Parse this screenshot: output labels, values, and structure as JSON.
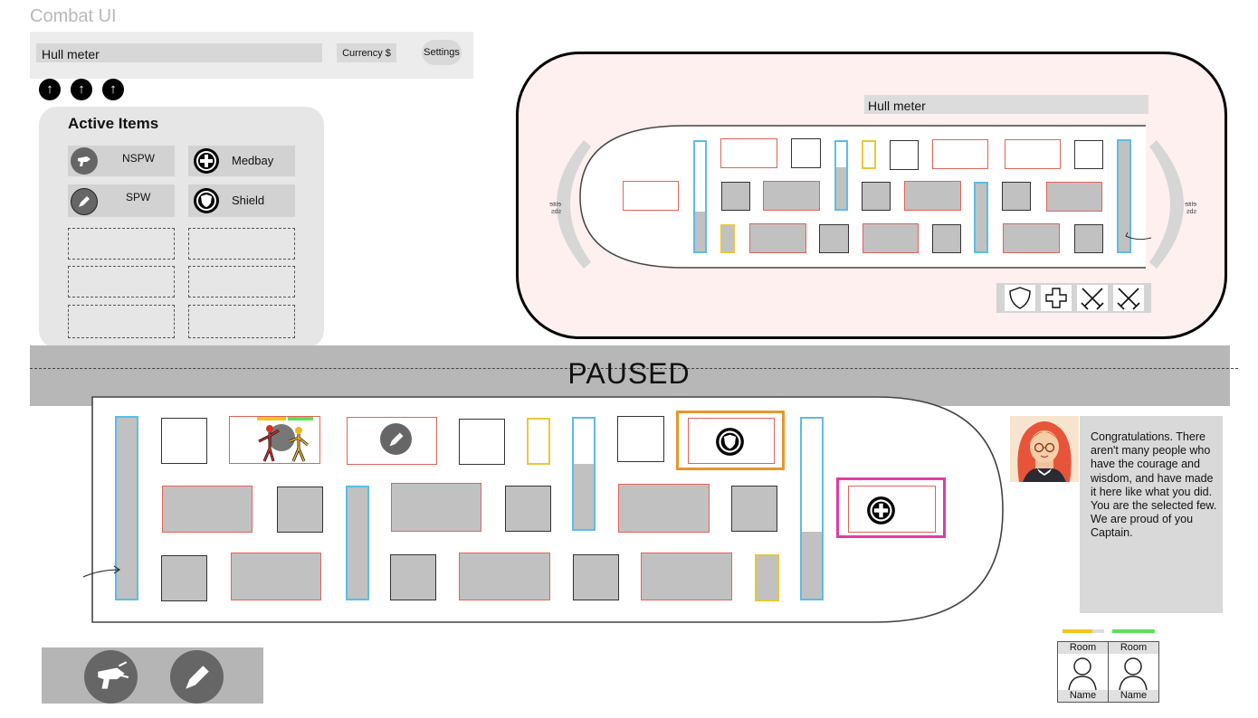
{
  "app": {
    "title": "Combat UI"
  },
  "topbar": {
    "hull_label": "Hull meter",
    "currency_label": "Currency $",
    "settings_label": "Settings"
  },
  "upgrades": {
    "arrow": "↑"
  },
  "items": {
    "title": "Active Items",
    "list": [
      {
        "label": "NSPW",
        "icon": "raygun-icon"
      },
      {
        "label": "Medbay",
        "icon": "medbay-plus-icon"
      },
      {
        "label": "SPW",
        "icon": "rocket-icon"
      },
      {
        "label": "Shield",
        "icon": "shield-icon"
      }
    ]
  },
  "enemy": {
    "hull_label": "Hull meter",
    "shield_side_text": "elite sbs",
    "systems": [
      "shield-icon",
      "medbay-cross-icon",
      "swords-icon",
      "swords-icon"
    ]
  },
  "status": {
    "paused": "PAUSED"
  },
  "dialog": {
    "text": "Congratulations. There aren't many people who have the courage and wisdom, and have made it here like what you did. You are the selected few. We are proud of you Captain."
  },
  "crew": [
    {
      "room": "Room",
      "name": "Name",
      "health_color": "#f5c518",
      "health": 0.7
    },
    {
      "room": "Room",
      "name": "Name",
      "health_color": "#5de05a",
      "health": 1.0
    }
  ],
  "weapons_bar": [
    "raygun-icon",
    "rocket-icon"
  ],
  "colors": {
    "hull_red": "#e0645b",
    "door_blue": "#5bbde6",
    "yellow": "#e8c83a",
    "selected_orange": "#e8962a",
    "selected_pink": "#e23ca3"
  }
}
